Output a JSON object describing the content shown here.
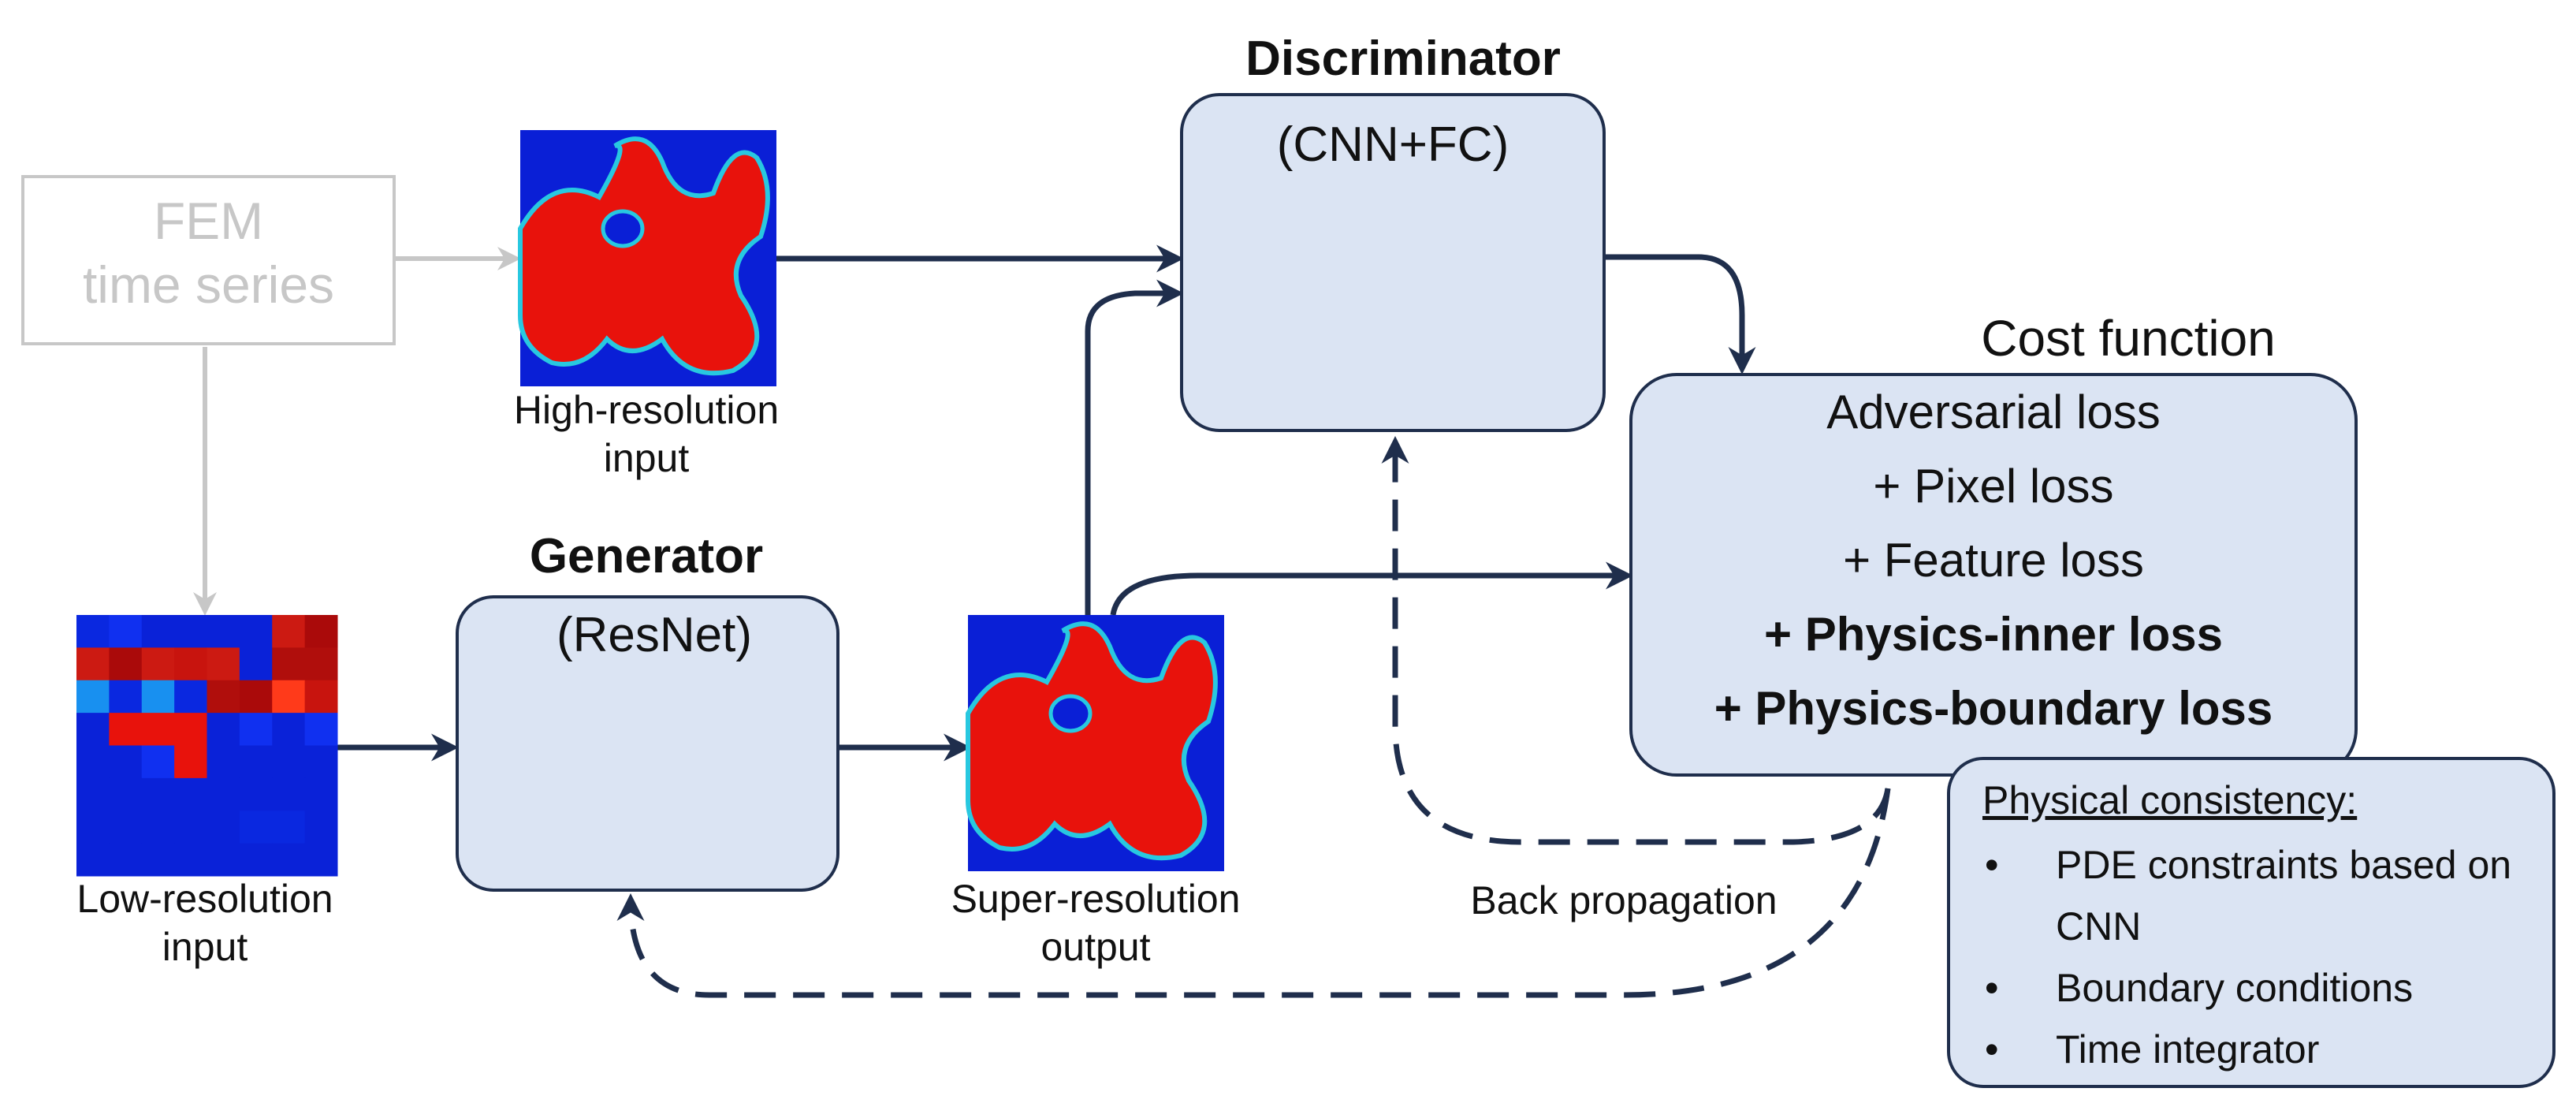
{
  "fem": {
    "line1": "FEM",
    "line2": "time series"
  },
  "high_res": {
    "line1": "High-resolution",
    "line2": "input"
  },
  "low_res": {
    "line1": "Low-resolution",
    "line2": "input"
  },
  "super_res": {
    "line1": "Super-resolution",
    "line2": "output"
  },
  "generator": {
    "title": "Generator",
    "subtitle": "(ResNet)"
  },
  "discriminator": {
    "title": "Discriminator",
    "subtitle": "(CNN+FC)"
  },
  "cost": {
    "title": "Cost function",
    "lines": [
      "Adversarial loss",
      "+ Pixel loss",
      "+ Feature loss",
      "+ Physics-inner loss",
      "+ Physics-boundary loss"
    ]
  },
  "backprop": "Back propagation",
  "physical": {
    "title": "Physical consistency:",
    "items": [
      "PDE constraints based on CNN",
      "Boundary conditions",
      "Time integrator"
    ]
  },
  "colors": {
    "navy": "#1f2e4c",
    "box_fill": "#dbe4f3",
    "gray": "#c7c7c7",
    "field_red": "#e8120c",
    "field_blue": "#0a1fd6"
  },
  "low_res_grid": [
    [
      "#0a28e0",
      "#1030f0",
      "#0a22d8",
      "#0a22d8",
      "#0a22d8",
      "#0a22d8",
      "#cc1a12",
      "#aa0a0a"
    ],
    [
      "#cc1a12",
      "#aa0a0a",
      "#cc1a12",
      "#c8140e",
      "#cc1a12",
      "#0a22d8",
      "#b00e0c",
      "#b00e0c"
    ],
    [
      "#1890f0",
      "#0a28e0",
      "#1890f0",
      "#0a28e0",
      "#b00e0c",
      "#aa0a0a",
      "#ff3a1a",
      "#c8140e"
    ],
    [
      "#0a22d8",
      "#e8120c",
      "#e8120c",
      "#e8120c",
      "#0a22d8",
      "#1030f0",
      "#0a22d8",
      "#1030f0"
    ],
    [
      "#0a22d8",
      "#0a22d8",
      "#1030f0",
      "#e8120c",
      "#0a22d8",
      "#0a22d8",
      "#0a22d8",
      "#0a22d8"
    ],
    [
      "#0a22d8",
      "#0a22d8",
      "#0a22d8",
      "#0a22d8",
      "#0a22d8",
      "#0a22d8",
      "#0a22d8",
      "#0a22d8"
    ],
    [
      "#0a22d8",
      "#0a22d8",
      "#0a22d8",
      "#0a22d8",
      "#0a22d8",
      "#0a28e0",
      "#0a28e0",
      "#0a22d8"
    ],
    [
      "#0a22d8",
      "#0a22d8",
      "#0a22d8",
      "#0a22d8",
      "#0a22d8",
      "#0a22d8",
      "#0a22d8",
      "#0a22d8"
    ]
  ]
}
